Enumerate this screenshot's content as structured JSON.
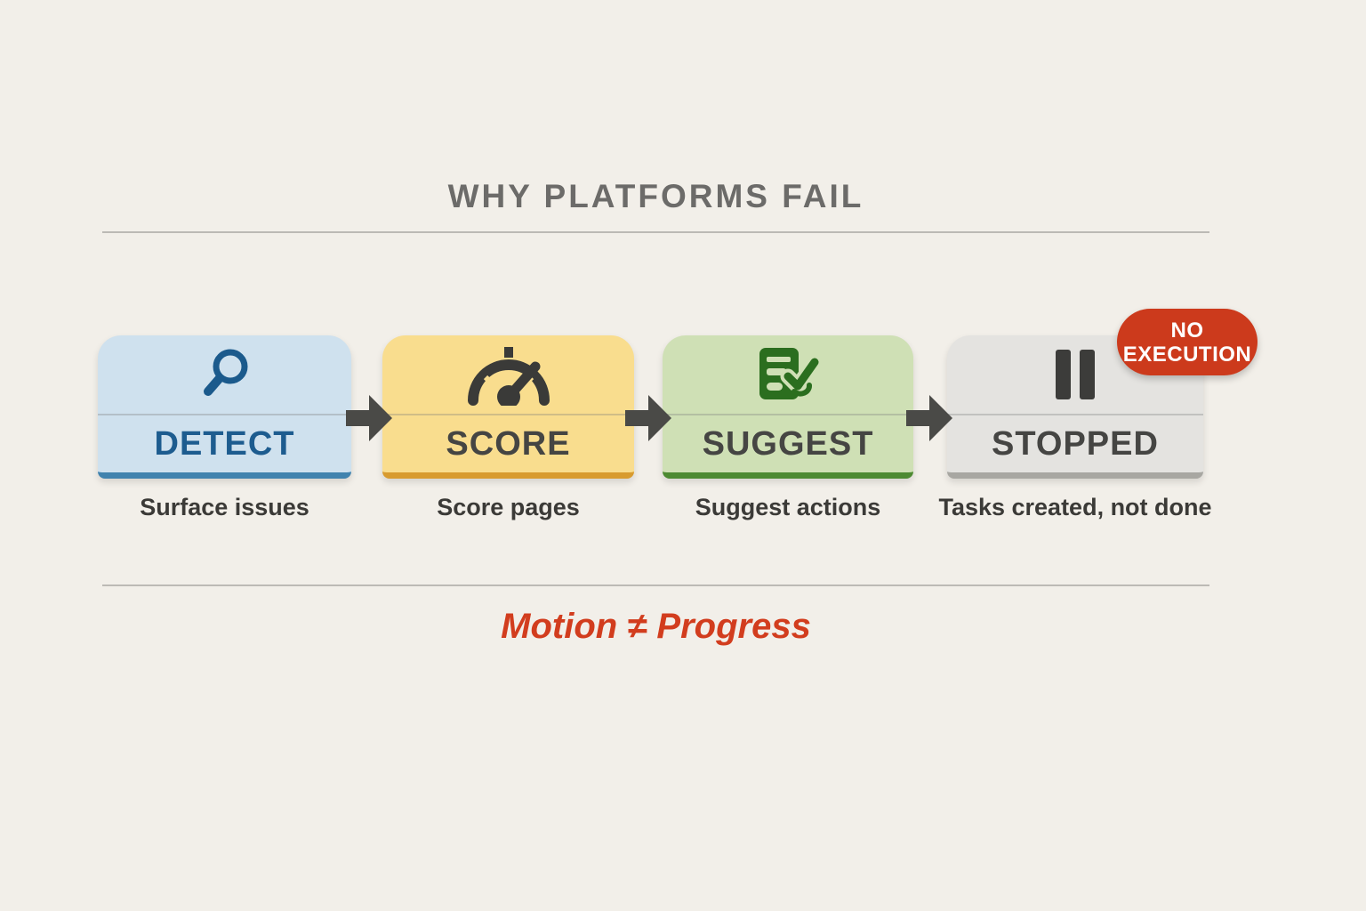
{
  "title": "WHY PLATFORMS FAIL",
  "steps": [
    {
      "label": "DETECT",
      "caption": "Surface issues",
      "icon": "magnifier-icon",
      "colors": {
        "bg": "#cfe1ee",
        "accent": "#4183ae",
        "label": "#1d5c8f",
        "icon": "#1b5a8c"
      }
    },
    {
      "label": "SCORE",
      "caption": "Score pages",
      "icon": "gauge-icon",
      "colors": {
        "bg": "#f9dd8e",
        "accent": "#d89b2f",
        "label": "#454543",
        "icon": "#3a3a38"
      }
    },
    {
      "label": "SUGGEST",
      "caption": "Suggest actions",
      "icon": "checklist-check-icon",
      "colors": {
        "bg": "#cfe0b5",
        "accent": "#4d8a32",
        "label": "#454543",
        "icon": "#2b6e1f"
      }
    },
    {
      "label": "STOPPED",
      "caption": "Tasks created, not done",
      "icon": "pause-icon",
      "colors": {
        "bg": "#e4e3e0",
        "accent": "#a8a7a2",
        "label": "#454543",
        "icon": "#3c3c3a"
      }
    }
  ],
  "badge": {
    "line1": "NO",
    "line2": "EXECUTION",
    "bg": "#cc3a1c",
    "text_color": "#ffffff"
  },
  "footer_note": "Motion ≠ Progress",
  "colors": {
    "background": "#f2efe9",
    "title": "#6c6b69",
    "divider": "#bcbab5",
    "caption": "#3b3a37",
    "arrow": "#4a4a47",
    "footer_note": "#d23d1e"
  }
}
